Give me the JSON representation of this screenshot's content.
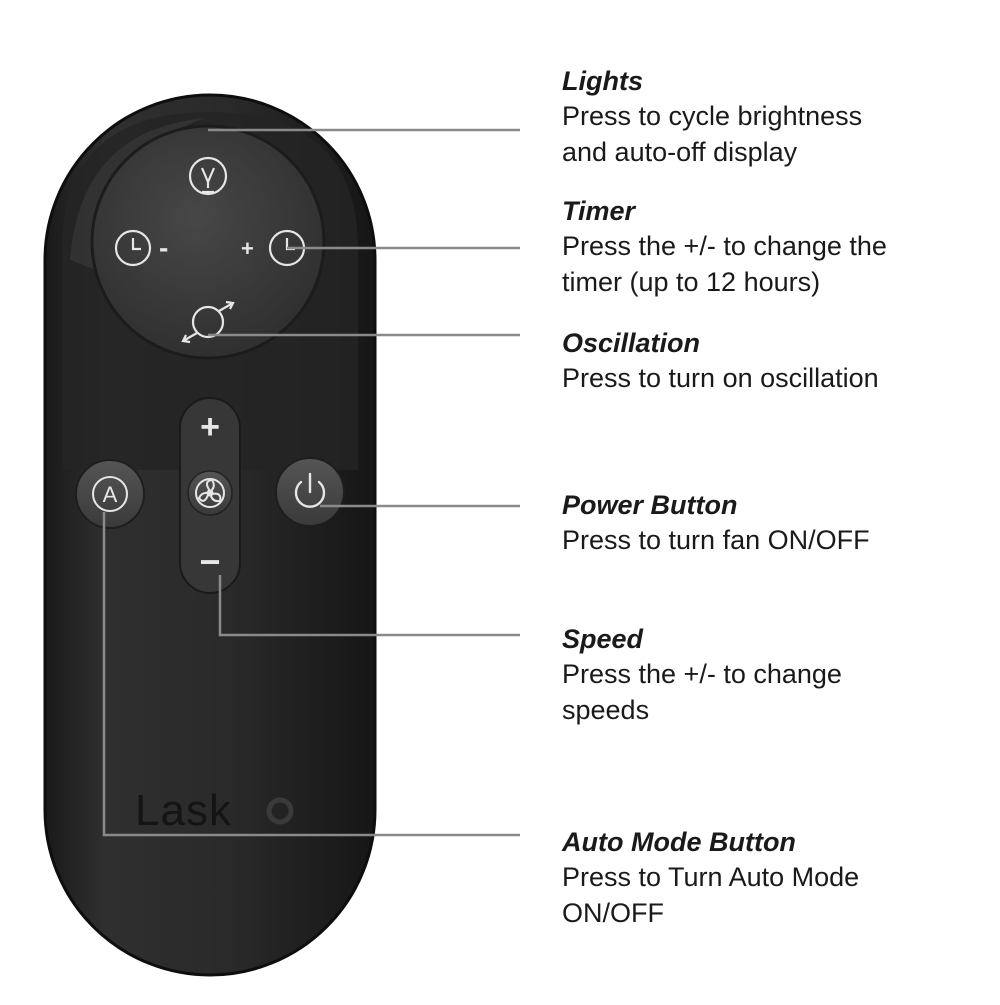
{
  "brand": "Lask",
  "colors": {
    "remote_body": "#2b2b2b",
    "remote_edge": "#141414",
    "dial": "#3d3d3d",
    "button": "#474747",
    "icon": "#e6e6e6",
    "leader": "#8a8a8a",
    "text": "#1a1a1a"
  },
  "buttons": {
    "lights_icon": "lightbulb-icon",
    "timer_minus_icon": "clock-icon",
    "timer_minus_sign": "-",
    "timer_plus_icon": "clock-icon",
    "timer_plus_sign": "+",
    "oscillation_icon": "oscillation-icon",
    "speed_plus_sign": "+",
    "fan_icon": "fan-icon",
    "speed_minus_sign": "−",
    "auto_mode_label": "A",
    "power_icon": "power-icon"
  },
  "callouts": [
    {
      "title": "Lights",
      "description": [
        "Press to cycle brightness",
        "and auto-off display"
      ]
    },
    {
      "title": "Timer",
      "description": [
        "Press the +/- to change the",
        "timer (up to 12 hours)"
      ]
    },
    {
      "title": "Oscillation",
      "description": [
        "Press to turn on oscillation"
      ]
    },
    {
      "title": "Power Button",
      "description": [
        "Press to turn fan ON/OFF"
      ]
    },
    {
      "title": "Speed",
      "description": [
        "Press the +/- to change",
        "speeds"
      ]
    },
    {
      "title": "Auto Mode Button",
      "description": [
        "Press to Turn Auto Mode",
        "ON/OFF"
      ]
    }
  ]
}
